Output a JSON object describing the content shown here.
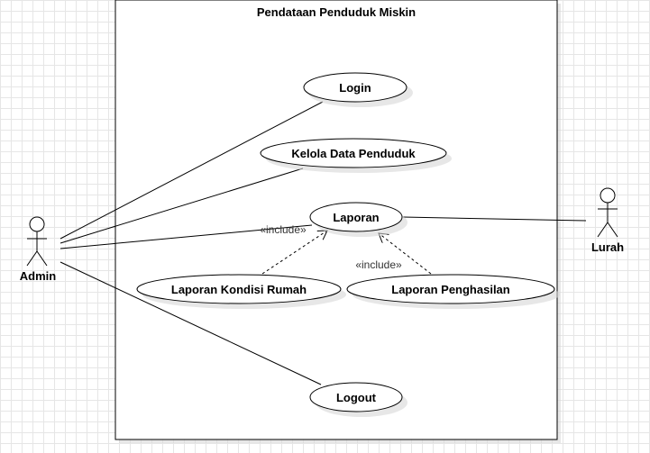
{
  "system": {
    "title": "Pendataan Penduduk Miskin"
  },
  "actors": {
    "admin": {
      "label": "Admin"
    },
    "lurah": {
      "label": "Lurah"
    }
  },
  "use_cases": {
    "login": "Login",
    "kelola": "Kelola Data Penduduk",
    "laporan": "Laporan",
    "kondisi": "Laporan Kondisi Rumah",
    "penghasilan": "Laporan Penghasilan",
    "logout": "Logout"
  },
  "relations": {
    "include_1": "«include»",
    "include_2": "«include»"
  }
}
